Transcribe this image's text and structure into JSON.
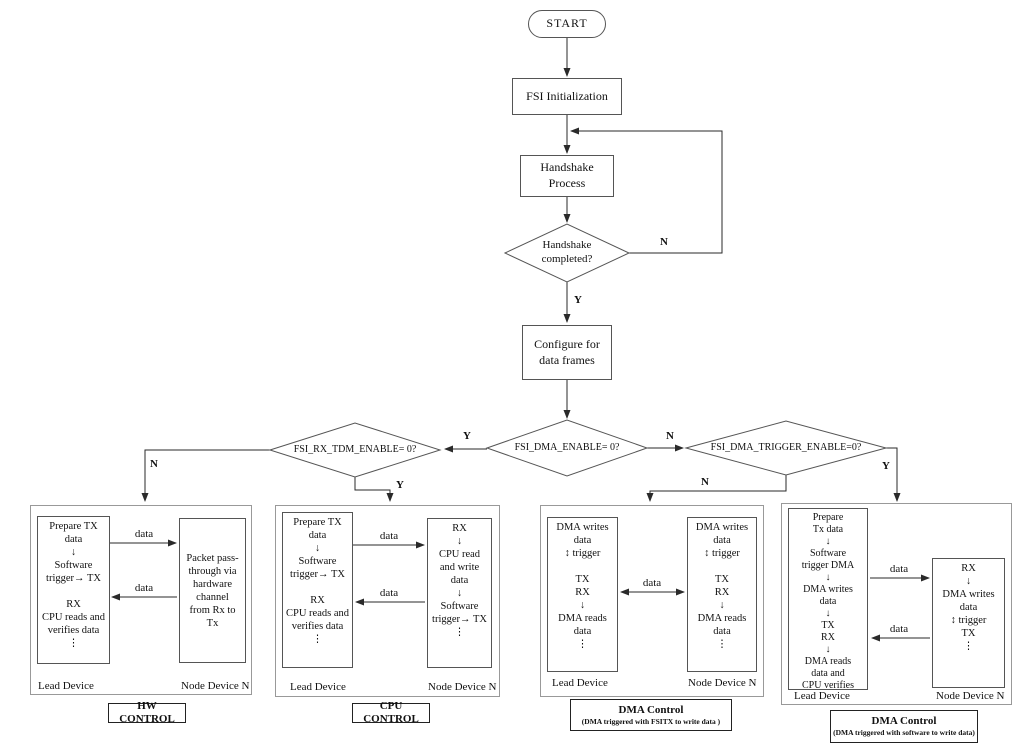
{
  "flow": {
    "start": "START",
    "fsi_init": "FSI Initialization",
    "handshake_process": "Handshake\nProcess",
    "handshake_q": "Handshake\ncompleted?",
    "configure": "Configure for\ndata frames",
    "rx_tdm_q": "FSI_RX_TDM_ENABLE= 0?",
    "dma_q": "FSI_DMA_ENABLE= 0?",
    "dma_trig_q": "FSI_DMA_TRIGGER_ENABLE=0?",
    "yes": "Y",
    "no": "N"
  },
  "groups": [
    {
      "control_title": "HW CONTROL",
      "arrow_labels": [
        "data",
        "data"
      ],
      "lead": {
        "caption": "Lead Device",
        "lines": [
          "Prepare TX",
          "data",
          "↓",
          "Software",
          "trigger→ TX",
          "",
          "RX",
          "CPU reads and",
          "verifies data",
          "⋮"
        ]
      },
      "node": {
        "caption": "Node Device N",
        "lines": [
          "Packet pass-",
          "through via",
          "hardware",
          "channel",
          "from Rx  to",
          "Tx"
        ]
      }
    },
    {
      "control_title": "CPU CONTROL",
      "arrow_labels": [
        "data",
        "data"
      ],
      "lead": {
        "caption": "Lead Device",
        "lines": [
          "Prepare TX",
          "data",
          "↓",
          "Software",
          "trigger→ TX",
          "",
          "RX",
          "CPU reads and",
          "verifies data",
          "⋮"
        ]
      },
      "node": {
        "caption": "Node Device N",
        "lines": [
          "RX",
          "↓",
          "CPU read",
          "and write",
          "data",
          "↓",
          "Software",
          "trigger→ TX",
          "⋮"
        ]
      }
    },
    {
      "control_title": "DMA Control",
      "control_subtitle": "(DMA triggered with FSITX to write data )",
      "arrow_labels": [
        "data"
      ],
      "lead": {
        "caption": "Lead Device",
        "lines": [
          "DMA writes",
          "data",
          "↕ trigger",
          "",
          "TX",
          "RX",
          "↓",
          "DMA reads",
          "data",
          "⋮"
        ]
      },
      "node": {
        "caption": "Node Device N",
        "lines": [
          "DMA writes",
          "data",
          "↕ trigger",
          "",
          "TX",
          "RX",
          "↓",
          "DMA reads",
          "data",
          "⋮"
        ]
      }
    },
    {
      "control_title": "DMA Control",
      "control_subtitle": "(DMA triggered with software to write data)",
      "arrow_labels": [
        "data",
        "data"
      ],
      "lead": {
        "caption": "Lead Device",
        "lines": [
          "Prepare",
          "Tx data",
          "↓",
          "Software",
          "trigger DMA",
          "↓",
          "DMA writes",
          "data",
          "↓",
          "TX",
          "RX",
          "↓",
          "DMA reads",
          "data and",
          "CPU verifies"
        ]
      },
      "node": {
        "caption": "Node Device N",
        "lines": [
          "RX",
          "↓",
          "DMA writes",
          "data",
          "↕ trigger",
          "TX",
          "⋮"
        ]
      }
    }
  ]
}
